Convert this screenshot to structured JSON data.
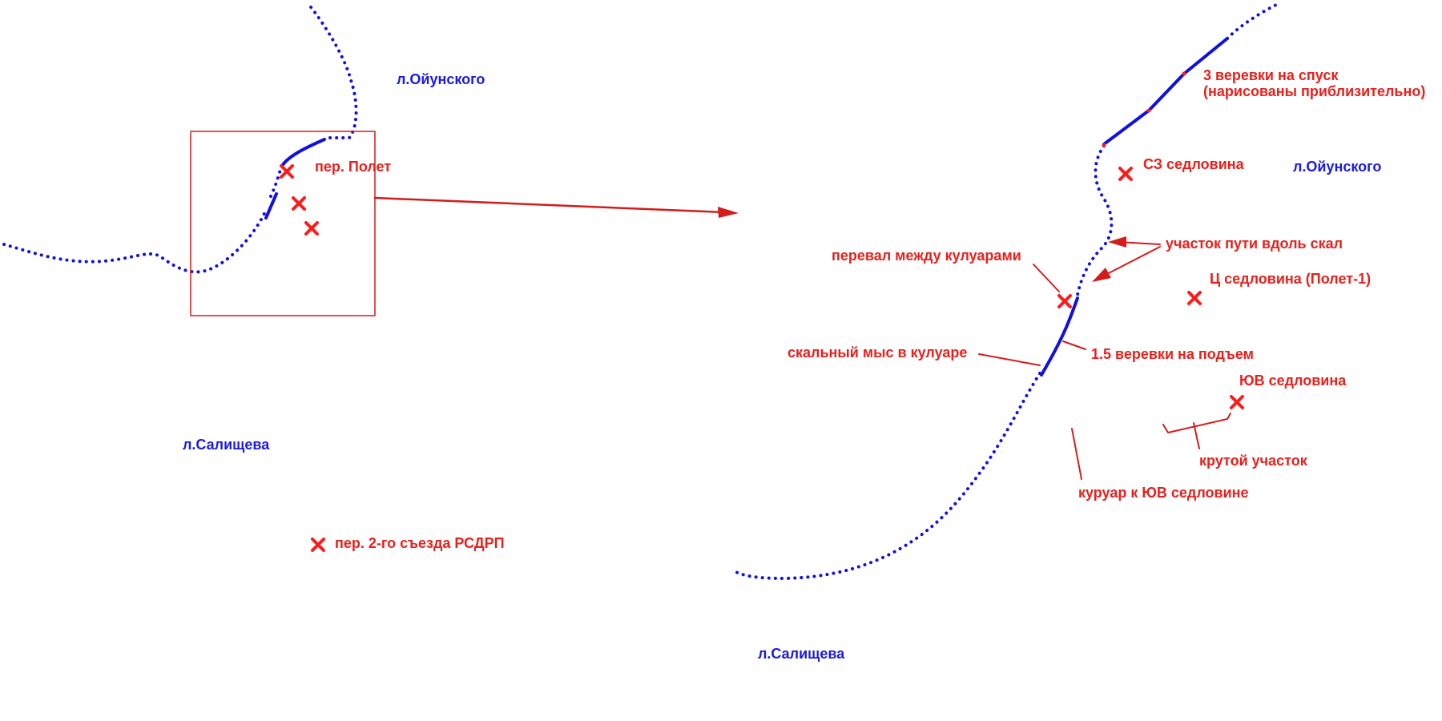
{
  "colors": {
    "route": "#1010e0",
    "marker": "#ff1a1a",
    "annotation": "#d41c1c",
    "glacier_label": "#1a1ae6",
    "background": "#ffffff"
  },
  "overview": {
    "glacier_top": "л.Ойунского",
    "glacier_bottom": "л.Салищева",
    "pass_polet": "пер. Полет",
    "pass_rsdrp": "пер. 2-го съезда РСДРП"
  },
  "detail": {
    "glacier_right": "л.Ойунского",
    "glacier_bottom": "л.Салищева",
    "ropes_descent_line1": "3 веревки на спуск",
    "ropes_descent_line2": "(нарисованы приблизительно)",
    "nw_saddle": "СЗ седловина",
    "rock_traverse": "участок пути вдоль скал",
    "pass_between_couloirs": "перевал между кулуарами",
    "central_saddle": "Ц седловина (Полет-1)",
    "rock_cape": "скальный мыс в кулуаре",
    "ropes_ascent": "1.5 веревки на подъем",
    "se_saddle": "ЮВ седловина",
    "steep_section": "крутой участок",
    "couloir_to_se": "куруар к ЮВ седловине"
  },
  "icons": {
    "marker": "cross-marker-icon",
    "pointer": "arrow-pointer-icon"
  }
}
